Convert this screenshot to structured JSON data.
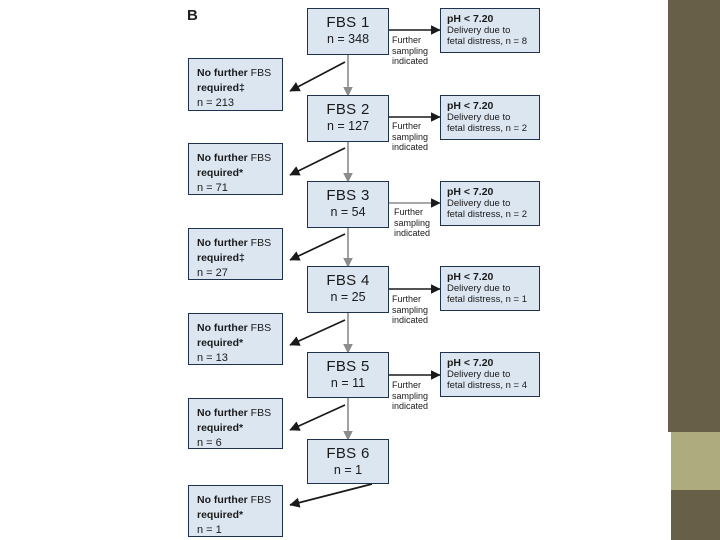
{
  "slide": {
    "panel_label": "B",
    "background": "#ffffff",
    "accent_dark": "#675F48",
    "accent_light": "#AEAC7F",
    "node_fill": "#DCE6F1",
    "node_border": "#1f3350"
  },
  "chart_data": {
    "type": "diagram",
    "title": "B",
    "diagram_kind": "flow-chart",
    "nodes": [
      {
        "id": "fbs1",
        "kind": "fbs",
        "title": "FBS 1",
        "count_label": "n = 348",
        "n": 348
      },
      {
        "id": "ph1",
        "kind": "ph",
        "heading": "pH < 7.20",
        "line1": "Delivery due to",
        "line2": "fetal distress, n = 8",
        "n": 8
      },
      {
        "id": "nof1",
        "kind": "nofbs",
        "line1_bold": "No further",
        "line1_rest": " FBS",
        "line2": "required‡",
        "count_label": "n = 213",
        "n": 213
      },
      {
        "id": "fbs2",
        "kind": "fbs",
        "title": "FBS 2",
        "count_label": "n = 127",
        "n": 127
      },
      {
        "id": "ph2",
        "kind": "ph",
        "heading": "pH < 7.20",
        "line1": "Delivery due to",
        "line2": "fetal distress, n = 2",
        "n": 2
      },
      {
        "id": "nof2",
        "kind": "nofbs",
        "line1_bold": "No further",
        "line1_rest": " FBS",
        "line2": "required*",
        "count_label": "n = 71",
        "n": 71
      },
      {
        "id": "fbs3",
        "kind": "fbs",
        "title": "FBS 3",
        "count_label": "n = 54",
        "n": 54
      },
      {
        "id": "ph3",
        "kind": "ph",
        "heading": "pH < 7.20",
        "line1": "Delivery due to",
        "line2": "fetal distress, n = 2",
        "n": 2
      },
      {
        "id": "nof3",
        "kind": "nofbs",
        "line1_bold": "No further",
        "line1_rest": " FBS",
        "line2": "required‡",
        "count_label": "n = 27",
        "n": 27
      },
      {
        "id": "fbs4",
        "kind": "fbs",
        "title": "FBS 4",
        "count_label": "n = 25",
        "n": 25
      },
      {
        "id": "ph4",
        "kind": "ph",
        "heading": "pH < 7.20",
        "line1": "Delivery due to",
        "line2": "fetal distress, n = 1",
        "n": 1
      },
      {
        "id": "nof4",
        "kind": "nofbs",
        "line1_bold": "No further",
        "line1_rest": " FBS",
        "line2": "required*",
        "count_label": "n = 13",
        "n": 13
      },
      {
        "id": "fbs5",
        "kind": "fbs",
        "title": "FBS 5",
        "count_label": "n = 11",
        "n": 11
      },
      {
        "id": "ph5",
        "kind": "ph",
        "heading": "pH < 7.20",
        "line1": "Delivery due to",
        "line2": "fetal distress, n = 4",
        "n": 4
      },
      {
        "id": "nof5",
        "kind": "nofbs",
        "line1_bold": "No further",
        "line1_rest": " FBS",
        "line2": "required*",
        "count_label": "n = 6",
        "n": 6
      },
      {
        "id": "fbs6",
        "kind": "fbs",
        "title": "FBS 6",
        "count_label": "n = 1",
        "n": 1
      },
      {
        "id": "nof6",
        "kind": "nofbs",
        "line1_bold": "No further",
        "line1_rest": " FBS",
        "line2": "required*",
        "count_label": "n = 1",
        "n": 1
      }
    ],
    "edge_labels": [
      {
        "id": "el1",
        "text": "Further sampling indicated"
      },
      {
        "id": "el2",
        "text": "Further sampling indicated"
      },
      {
        "id": "el3",
        "text": "Further sampling indicated"
      },
      {
        "id": "el4",
        "text": "Further sampling indicated"
      },
      {
        "id": "el5",
        "text": "Further sampling indicated"
      }
    ]
  },
  "nodes": {
    "fbs1": {
      "title": "FBS 1",
      "count": "n = 348"
    },
    "fbs2": {
      "title": "FBS 2",
      "count": "n = 127"
    },
    "fbs3": {
      "title": "FBS 3",
      "count": "n = 54"
    },
    "fbs4": {
      "title": "FBS 4",
      "count": "n = 25"
    },
    "fbs5": {
      "title": "FBS 5",
      "count": "n = 11"
    },
    "fbs6": {
      "title": "FBS 6",
      "count": "n = 1"
    },
    "ph1": {
      "heading": "pH < 7.20",
      "line1": "Delivery due to",
      "line2": "fetal distress, n = 8"
    },
    "ph2": {
      "heading": "pH < 7.20",
      "line1": "Delivery due to",
      "line2": "fetal distress, n = 2"
    },
    "ph3": {
      "heading": "pH < 7.20",
      "line1": "Delivery due to",
      "line2": "fetal distress, n = 2"
    },
    "ph4": {
      "heading": "pH < 7.20",
      "line1": "Delivery due to",
      "line2": "fetal distress, n = 1"
    },
    "ph5": {
      "heading": "pH < 7.20",
      "line1": "Delivery due to",
      "line2": "fetal distress, n = 4"
    },
    "nof1": {
      "l1a": "No further",
      "l1b": " FBS",
      "l2": "required‡",
      "count": "n = 213"
    },
    "nof2": {
      "l1a": "No further",
      "l1b": " FBS",
      "l2": "required*",
      "count": "n = 71"
    },
    "nof3": {
      "l1a": "No further",
      "l1b": " FBS",
      "l2": "required‡",
      "count": "n = 27"
    },
    "nof4": {
      "l1a": "No further",
      "l1b": " FBS",
      "l2": "required*",
      "count": "n = 13"
    },
    "nof5": {
      "l1a": "No further",
      "l1b": " FBS",
      "l2": "required*",
      "count": "n = 6"
    },
    "nof6": {
      "l1a": "No further",
      "l1b": " FBS",
      "l2": "required*",
      "count": "n = 1"
    }
  },
  "edges": {
    "e1": {
      "l1": "Further",
      "l2": "sampling",
      "l3": "indicated"
    },
    "e2": {
      "l1": "Further",
      "l2": "sampling",
      "l3": "indicated"
    },
    "e3": {
      "l1": "Further",
      "l2": "sampling",
      "l3": "indicated"
    },
    "e4": {
      "l1": "Further",
      "l2": "sampling",
      "l3": "indicated"
    },
    "e5": {
      "l1": "Further",
      "l2": "sampling",
      "l3": "indicated"
    }
  }
}
